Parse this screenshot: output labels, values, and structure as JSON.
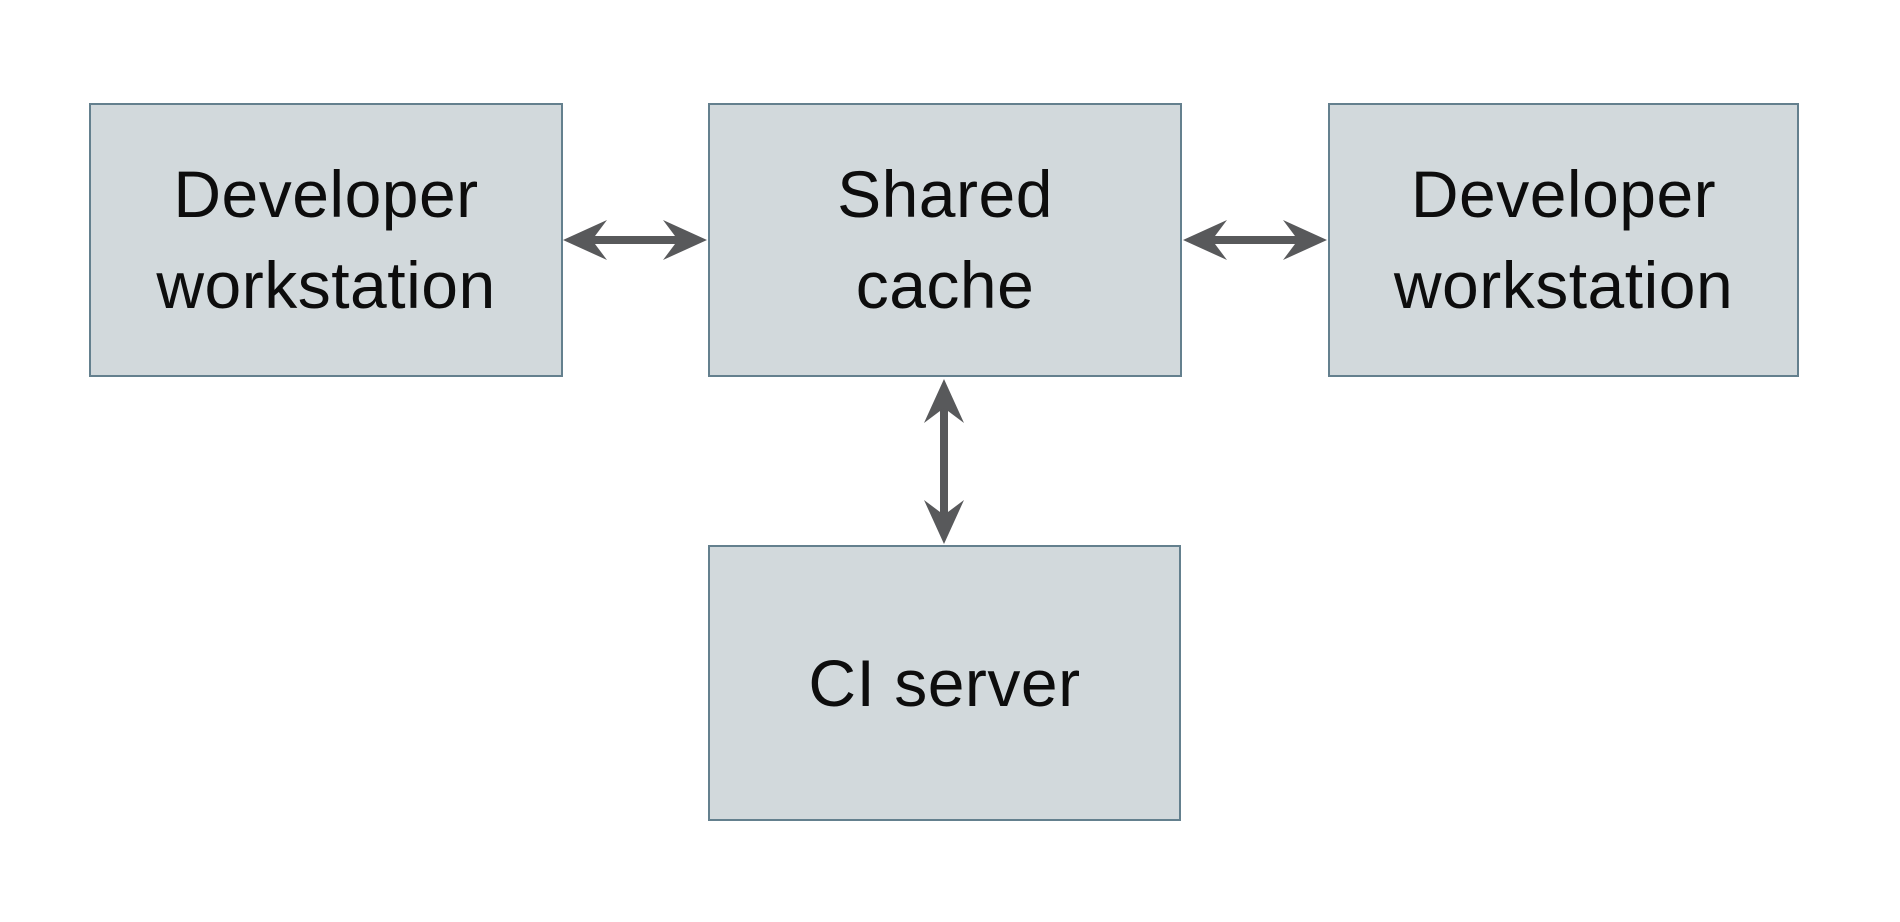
{
  "colors": {
    "background": "#ffffff",
    "node_fill": "#d2d9dc",
    "node_border": "#64808e",
    "arrow": "#58595b",
    "text": "#0d0d0d"
  },
  "nodes": [
    {
      "id": "developer-workstation-left",
      "label": "Developer workstation",
      "lines": [
        "Developer",
        "workstation"
      ]
    },
    {
      "id": "shared-cache",
      "label": "Shared cache",
      "lines": [
        "Shared",
        "cache"
      ]
    },
    {
      "id": "developer-workstation-right",
      "label": "Developer workstation",
      "lines": [
        "Developer",
        "workstation"
      ]
    },
    {
      "id": "ci-server",
      "label": "CI server",
      "lines": [
        "CI server"
      ]
    }
  ],
  "edges": [
    {
      "from": "developer-workstation-left",
      "to": "shared-cache",
      "direction": "bidirectional"
    },
    {
      "from": "shared-cache",
      "to": "developer-workstation-right",
      "direction": "bidirectional"
    },
    {
      "from": "shared-cache",
      "to": "ci-server",
      "direction": "bidirectional"
    }
  ]
}
